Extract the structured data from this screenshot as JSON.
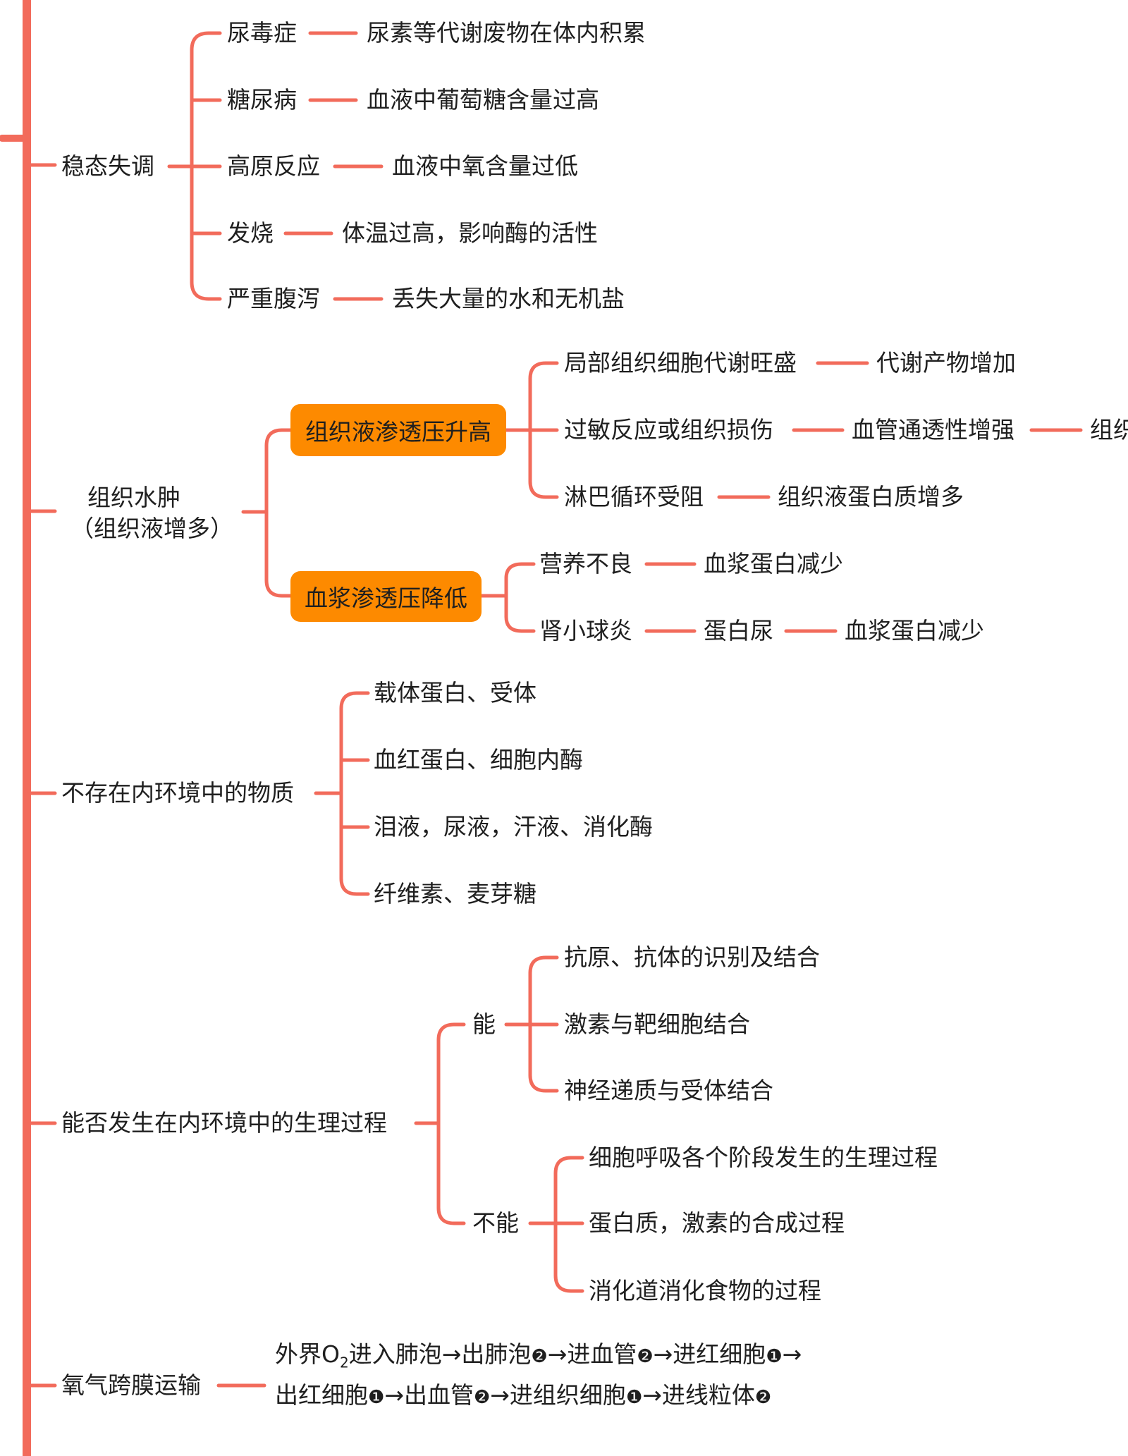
{
  "colors": {
    "line": "#f26b5b",
    "highlight": "#fd8a00",
    "text": "#1f1f1f"
  },
  "sections": {
    "homeostasis": {
      "label": "稳态失调",
      "items": [
        {
          "name": "尿毒症",
          "detail": "尿素等代谢废物在体内积累"
        },
        {
          "name": "糖尿病",
          "detail": "血液中葡萄糖含量过高"
        },
        {
          "name": "高原反应",
          "detail": "血液中氧含量过低"
        },
        {
          "name": "发烧",
          "detail": "体温过高，影响酶的活性"
        },
        {
          "name": "严重腹泻",
          "detail": "丢失大量的水和无机盐"
        }
      ]
    },
    "edema": {
      "label_line1": "组织水肿",
      "label_line2": "（组织液增多）",
      "raise": {
        "label": "组织液渗透压升高",
        "items": [
          {
            "cause": "局部组织细胞代谢旺盛",
            "effect": "代谢产物增加"
          },
          {
            "cause": "过敏反应或组织损伤",
            "effect": "血管通透性增强",
            "effect2": "组织"
          },
          {
            "cause": "淋巴循环受阻",
            "effect": "组织液蛋白质增多"
          }
        ]
      },
      "lower": {
        "label": "血浆渗透压降低",
        "items": [
          {
            "cause": "营养不良",
            "effect": "血浆蛋白减少"
          },
          {
            "cause": "肾小球炎",
            "effect": "蛋白尿",
            "effect2": "血浆蛋白减少"
          }
        ]
      }
    },
    "absent": {
      "label": "不存在内环境中的物质",
      "items": [
        "载体蛋白、受体",
        "血红蛋白、细胞内酶",
        "泪液，尿液，汗液、消化酶",
        "纤维素、麦芽糖"
      ]
    },
    "process": {
      "label": "能否发生在内环境中的生理过程",
      "can": {
        "label": "能",
        "items": [
          "抗原、抗体的识别及结合",
          "激素与靶细胞结合",
          "神经递质与受体结合"
        ]
      },
      "cannot": {
        "label": "不能",
        "items": [
          "细胞呼吸各个阶段发生的生理过程",
          "蛋白质，激素的合成过程",
          "消化道消化食物的过程"
        ]
      }
    },
    "oxygen": {
      "label": "氧气跨膜运输",
      "path": {
        "p1": "外界O",
        "sub": "2",
        "p2": "进入肺泡→出肺泡",
        "c1": "❷",
        "p3": "→进血管",
        "c2": "❷",
        "p4": "→进红细胞",
        "c3": "❶",
        "p5": "→出红细胞",
        "c4": "❶",
        "p6": "→出血管",
        "c5": "❷",
        "p7": "→进组织细胞",
        "c6": "❶",
        "p8": "→进线粒体",
        "c7": "❷"
      }
    }
  }
}
